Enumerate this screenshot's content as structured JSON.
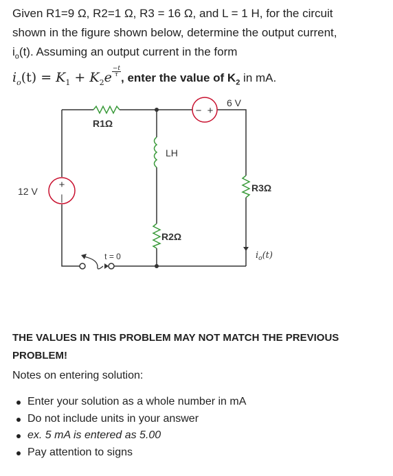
{
  "problem": {
    "line1": "Given R1=9 Ω, R2=1 Ω, R3 = 16 Ω, and L = 1 H, for the circuit",
    "line2": "shown in the figure shown below, determine the output current,",
    "line3_pre": "i",
    "line3_sub": "o",
    "line3_post": "(t). Assuming an output current in the form",
    "eq_lhs": "i",
    "eq_lhs_sub": "o",
    "eq_arg": "(t) = ",
    "eq_k1": "K",
    "eq_k1_sub": "1",
    "eq_plus": " + ",
    "eq_k2": "K",
    "eq_k2_sub": "2",
    "eq_e": "e",
    "eq_exp_num": "−t",
    "eq_exp_den": "τ",
    "eq_tail_pre": ", enter the value of K",
    "eq_tail_sub": "2",
    "eq_tail_post": " in mA."
  },
  "circuit": {
    "r1_label": "R1Ω",
    "l_label": "LH",
    "r2_label": "R2Ω",
    "r3_label": "R3Ω",
    "v12_label": "12 V",
    "v6_label": "6 V",
    "switch_label": "t = 0",
    "current_label": "i",
    "current_sub": "o",
    "current_arg": "(t)",
    "plus_sign": "+",
    "minus_sign": "−"
  },
  "warning": {
    "line1": "THE VALUES IN THIS PROBLEM MAY NOT MATCH THE PREVIOUS",
    "line2": "PROBLEM!"
  },
  "notes": {
    "heading": "Notes on entering solution:",
    "items": [
      "Enter your solution as a whole number in mA",
      "Do not include units in your answer",
      "ex. 5 mA is entered as 5.00",
      "Pay attention to signs"
    ]
  }
}
